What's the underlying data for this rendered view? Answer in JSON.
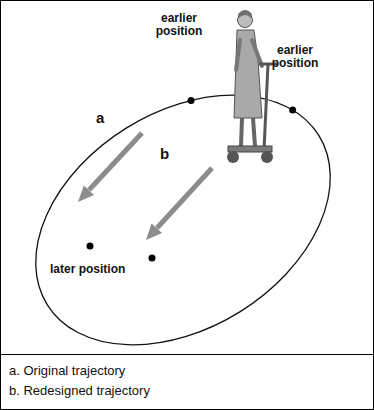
{
  "diagram": {
    "nodes": [
      {
        "text": [
          "a. Original trajectory",
          "b. Redesigned trajectory"
        ]
      }
    ],
    "labels": [
      "earlier position",
      "earlier position",
      "a",
      "b",
      "later position"
    ]
  }
}
